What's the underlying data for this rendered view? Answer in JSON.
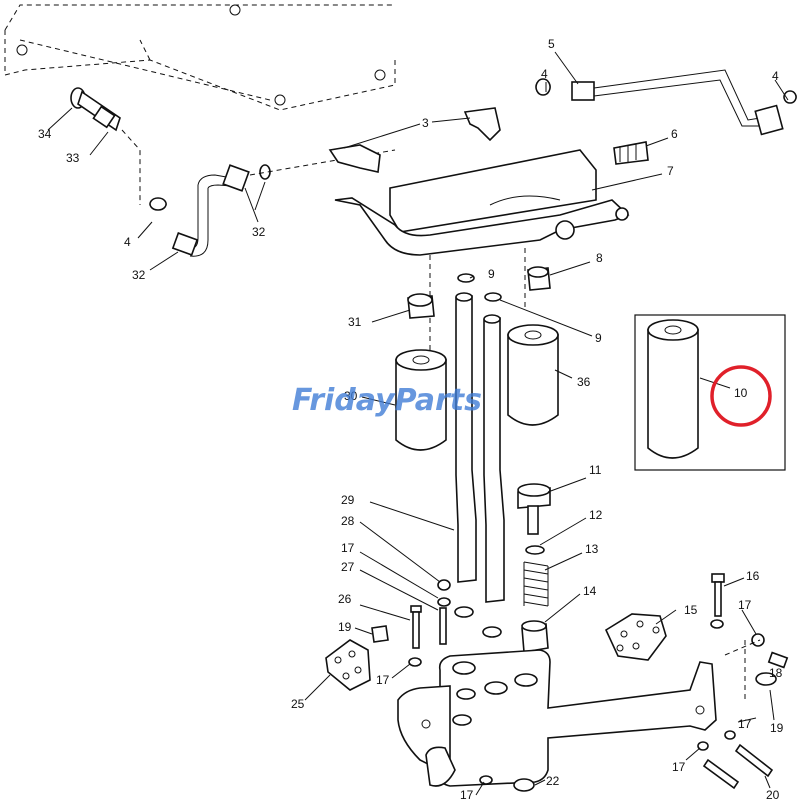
{
  "diagram": {
    "callouts": [
      "34",
      "33",
      "4",
      "32",
      "32",
      "3",
      "4",
      "5",
      "4",
      "6",
      "7",
      "9",
      "8",
      "31",
      "9",
      "36",
      "30",
      "10",
      "11",
      "12",
      "13",
      "14",
      "29",
      "28",
      "17",
      "27",
      "26",
      "16",
      "17",
      "15",
      "19",
      "25",
      "17",
      "18",
      "17",
      "19",
      "17",
      "20",
      "22",
      "17"
    ],
    "highlighted_callout": "10",
    "highlight_color": "#e0202a",
    "watermark": {
      "part1": "Friday",
      "part2": "Parts",
      "color_main": "#3d7bd6",
      "color_accent": "#f0a010"
    }
  }
}
